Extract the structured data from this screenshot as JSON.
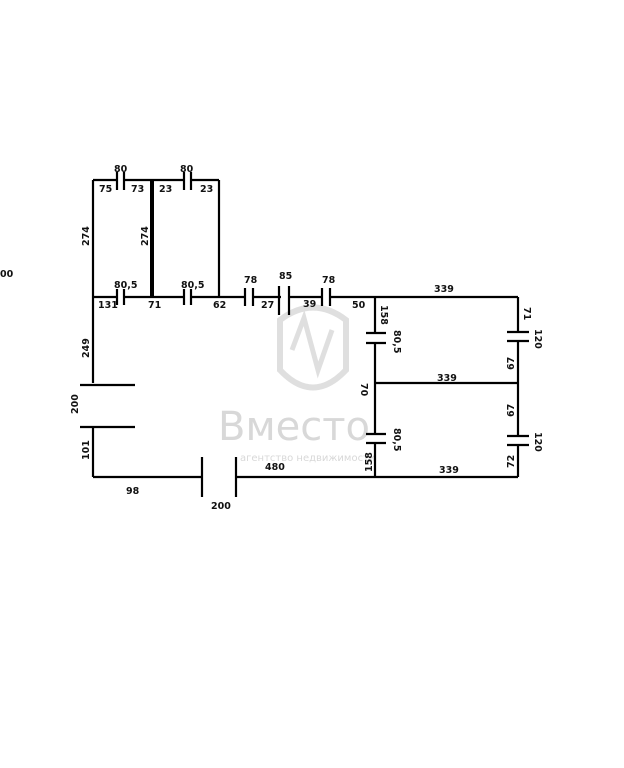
{
  "watermark": {
    "brand": "Вместо",
    "tagline": "агентство недвижимости"
  },
  "labels": {
    "left_cut": "00",
    "top_door1": "80",
    "top_l1": "75",
    "top_r1": "73",
    "top_door2": "80",
    "top_l2": "23",
    "top_r2": "23",
    "left_274": "274",
    "mid_274": "274",
    "door_805a": "80,5",
    "door_805b": "80,5",
    "seg_131": "131",
    "seg_71": "71",
    "seg_62": "62",
    "door_78a": "78",
    "seg_27": "27",
    "door_85": "85",
    "seg_39": "39",
    "door_78b": "78",
    "seg_50": "50",
    "top_339": "339",
    "mid_339": "339",
    "bot_339": "339",
    "r_71": "71",
    "r_120a": "120",
    "r_67a": "67",
    "r_67b": "67",
    "r_120b": "120",
    "r_72": "72",
    "c_158a": "158",
    "c_805a": "80,5",
    "c_70": "70",
    "c_805b": "80,5",
    "c_158b": "158",
    "seg_249": "249",
    "gap_200": "200",
    "seg_101": "101",
    "seg_98": "98",
    "door_200": "200",
    "seg_480": "480"
  }
}
